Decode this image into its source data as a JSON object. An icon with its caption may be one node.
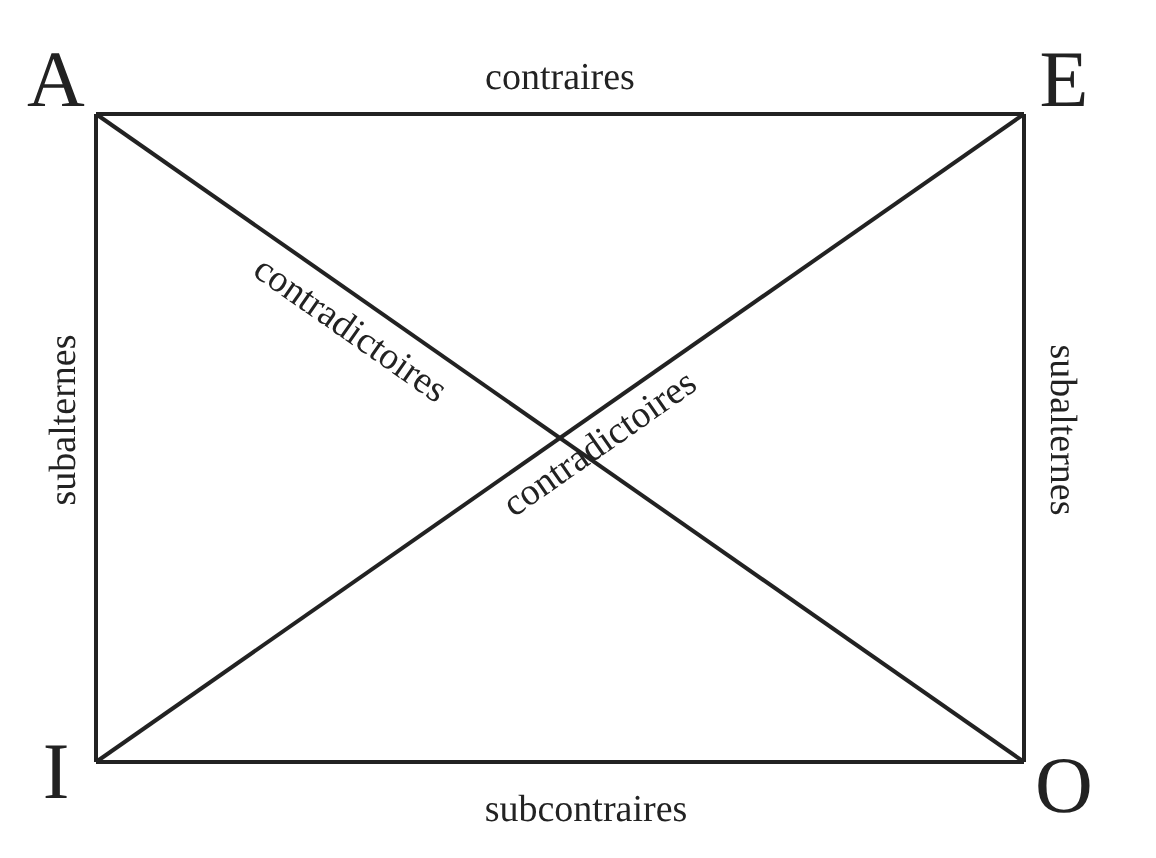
{
  "diagram": {
    "nodes": [
      {
        "text": [
          "A"
        ]
      },
      {
        "text": [
          "E"
        ]
      },
      {
        "text": [
          "I"
        ]
      },
      {
        "text": [
          "O"
        ]
      }
    ],
    "edges": [
      {
        "from": 0,
        "to": 1,
        "arrow": "none",
        "label": "contraires"
      },
      {
        "from": 0,
        "to": 2,
        "arrow": "none",
        "label": "subalternes"
      },
      {
        "from": 1,
        "to": 3,
        "arrow": "none",
        "label": "subalternes"
      },
      {
        "from": 2,
        "to": 3,
        "arrow": "none",
        "label": "subcontraires"
      },
      {
        "from": 0,
        "to": 3,
        "arrow": "none",
        "label": "contradictoires"
      },
      {
        "from": 1,
        "to": 2,
        "arrow": "none",
        "label": "contradictoires"
      }
    ]
  }
}
